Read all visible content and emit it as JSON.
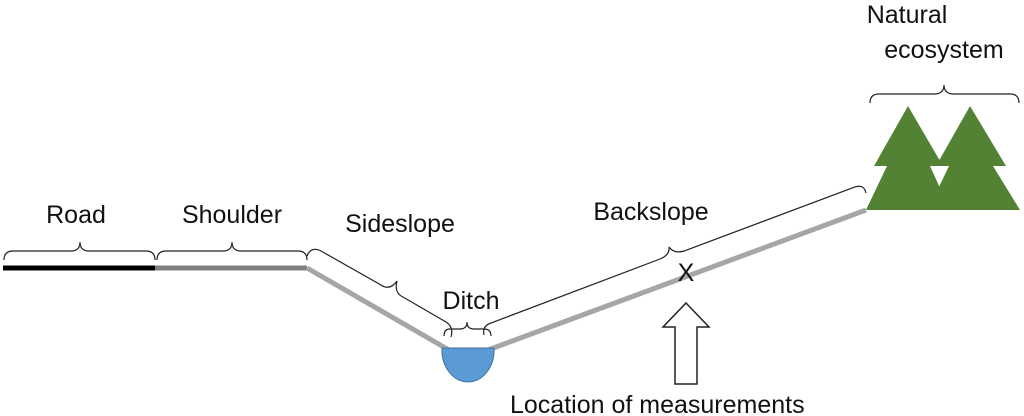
{
  "labels": {
    "road": "Road",
    "shoulder": "Shoulder",
    "sideslope": "Sideslope",
    "ditch": "Ditch",
    "backslope": "Backslope",
    "natural_line1": "Natural",
    "natural_line2": "ecosystem",
    "measurement_mark": "X",
    "measurement_caption": "Location of measurements"
  },
  "colors": {
    "road": "#000000",
    "shoulder": "#808080",
    "slope": "#a6a6a6",
    "ditch_water": "#5b9bd5",
    "tree": "#548235"
  }
}
